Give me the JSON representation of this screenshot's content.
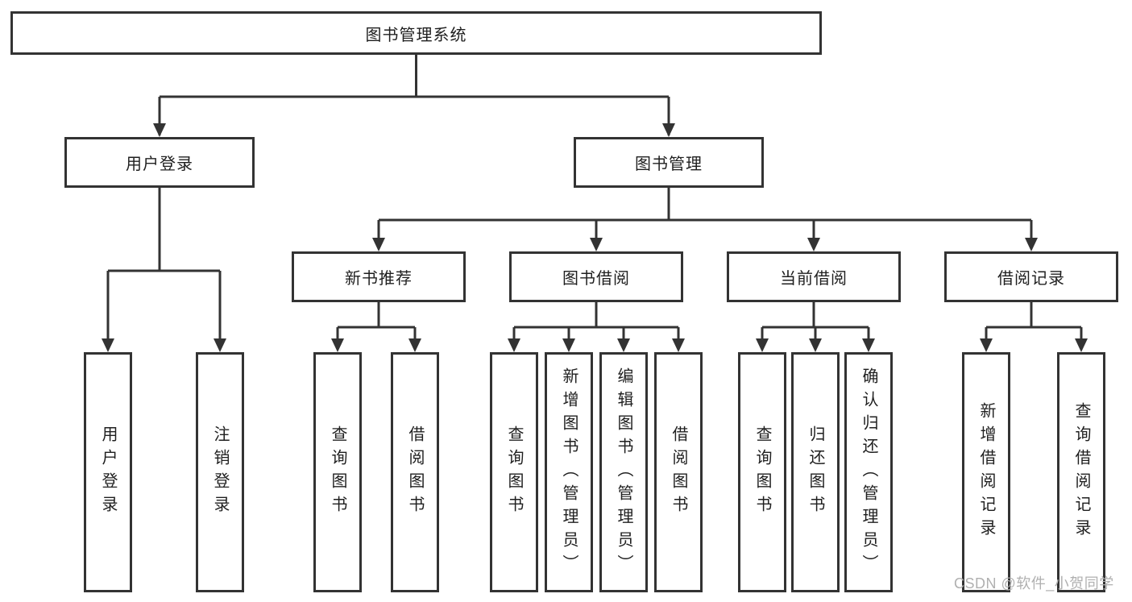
{
  "tree": {
    "root": {
      "label": "图书管理系统",
      "children": [
        {
          "label": "用户登录",
          "children": [
            {
              "label": "用户登录"
            },
            {
              "label": "注销登录"
            }
          ]
        },
        {
          "label": "图书管理",
          "children": [
            {
              "label": "新书推荐",
              "children": [
                {
                  "label": "查询图书"
                },
                {
                  "label": "借阅图书"
                }
              ]
            },
            {
              "label": "图书借阅",
              "children": [
                {
                  "label": "查询图书"
                },
                {
                  "label": "新增图书（管理员）"
                },
                {
                  "label": "编辑图书（管理员）"
                },
                {
                  "label": "借阅图书"
                }
              ]
            },
            {
              "label": "当前借阅",
              "children": [
                {
                  "label": "查询图书"
                },
                {
                  "label": "归还图书"
                },
                {
                  "label": "确认归还（管理员）"
                }
              ]
            },
            {
              "label": "借阅记录",
              "children": [
                {
                  "label": "新增借阅记录"
                },
                {
                  "label": "查询借阅记录"
                }
              ]
            }
          ]
        }
      ]
    }
  },
  "watermark": {
    "text": "CSDN @软件_小贺同学"
  },
  "colors": {
    "line": "#333333",
    "box_border": "#333333",
    "text": "#1f1f1f",
    "watermark": "#b0b0b0",
    "background": "#ffffff"
  }
}
